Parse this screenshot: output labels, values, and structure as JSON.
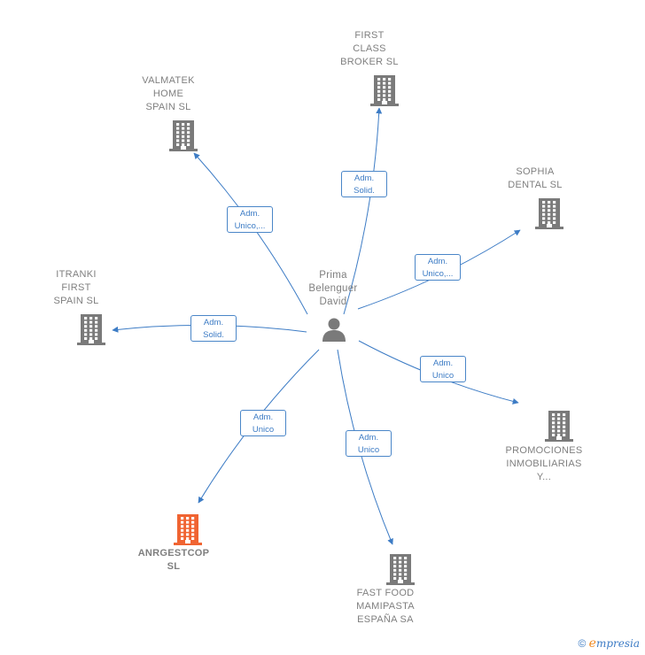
{
  "center": {
    "label": "Prima\nBelenguer\nDavid",
    "icon": "person-icon"
  },
  "colors": {
    "edge": "#3d7cc5",
    "building": "#7a7a7a",
    "highlight_building": "#f06432",
    "label": "#7f7f7f"
  },
  "companies": [
    {
      "id": "first-class-broker",
      "label": "FIRST\nCLASS\nBROKER  SL",
      "role": "Adm.\nSolid.",
      "icon": "building-icon",
      "highlight": false
    },
    {
      "id": "valmatek-home-spain",
      "label": "VALMATEK\nHOME\nSPAIN  SL",
      "role": "Adm.\nUnico,...",
      "icon": "building-icon",
      "highlight": false
    },
    {
      "id": "sophia-dental",
      "label": "SOPHIA\nDENTAL  SL",
      "role": "Adm.\nUnico,...",
      "icon": "building-icon",
      "highlight": false
    },
    {
      "id": "itranki-first-spain",
      "label": "ITRANKI\nFIRST\nSPAIN  SL",
      "role": "Adm.\nSolid.",
      "icon": "building-icon",
      "highlight": false
    },
    {
      "id": "promociones-inmobiliarias",
      "label": "PROMOCIONES\nINMOBILIARIAS\nY...",
      "role": "Adm.\nUnico",
      "icon": "building-icon",
      "highlight": false
    },
    {
      "id": "anrgestcop",
      "label": "ANRGESTCOP\nSL",
      "role": "Adm.\nUnico",
      "icon": "building-icon",
      "highlight": true
    },
    {
      "id": "fast-food-mamipasta",
      "label": "FAST FOOD\nMAMIPASTA\nESPAÑA SA",
      "role": "Adm.\nUnico",
      "icon": "building-icon",
      "highlight": false
    }
  ],
  "footer": {
    "copyright": "©",
    "brand_initial": "e",
    "brand_rest": "mpresia"
  }
}
